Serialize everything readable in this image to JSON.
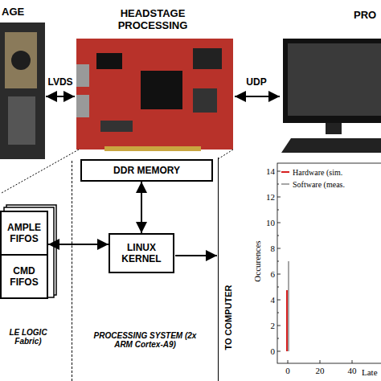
{
  "diagram": {
    "nodes": [
      {
        "text": [
          "LE LOGIC Fabric)"
        ]
      },
      {
        "text": [
          "AMPLE FIFOS"
        ],
        "in": 0
      },
      {
        "text": [
          "CMD FIFOS"
        ],
        "in": 0
      },
      {
        "text": [
          "PROCESSING SYSTEM (2x ARM Cortex-A9)"
        ]
      },
      {
        "text": [
          "DDR MEMORY"
        ],
        "in": 3
      },
      {
        "text": [
          "LINUX KERNEL"
        ],
        "in": 3
      }
    ],
    "edges": [
      {
        "from": 4,
        "to": 5,
        "arrow": "both"
      },
      {
        "from": 1,
        "to": 5,
        "arrow": "both"
      }
    ],
    "labels": [
      "AGE",
      "HEADSTAGE PROCESSING",
      "PRO",
      "LVDS",
      "UDP",
      "TO COMPUTER",
      "14",
      "12",
      "10",
      "8",
      "6",
      "4",
      "2",
      "0",
      "0",
      "20",
      "40",
      "Occurences",
      "Late"
    ],
    "legend": [
      {
        "text": "Hardware (sim."
      },
      {
        "text": "Software (meas."
      }
    ]
  }
}
